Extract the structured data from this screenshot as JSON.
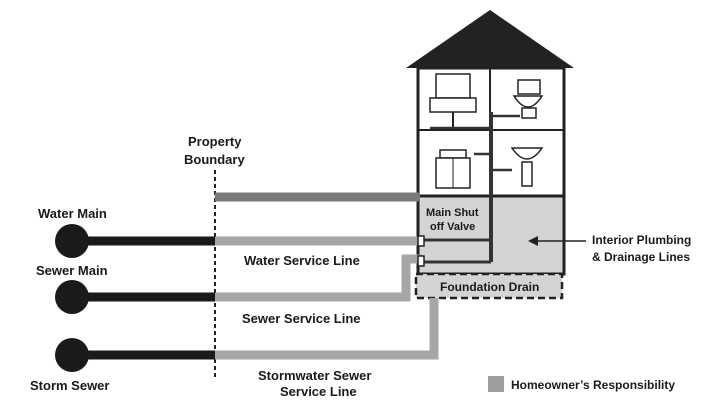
{
  "labels": {
    "property_boundary_line1": "Property",
    "property_boundary_line2": "Boundary",
    "water_main": "Water Main",
    "sewer_main": "Sewer Main",
    "storm_sewer": "Storm Sewer",
    "water_service_line": "Water Service Line",
    "sewer_service_line": "Sewer Service Line",
    "stormwater_line1": "Stormwater Sewer",
    "stormwater_line2": "Service Line",
    "main_shutoff_line1": "Main Shut",
    "main_shutoff_line2": "off Valve",
    "interior_line1": "Interior Plumbing",
    "interior_line2": "& Drainage Lines",
    "foundation_drain": "Foundation Drain"
  },
  "legend": {
    "homeowner": "Homeowner’s Responsibility"
  },
  "colors": {
    "main_pipe": "#1a1a1a",
    "private_pipe": "#a6a6a6",
    "basement_fill": "#d4d4d4",
    "roof": "#222222",
    "legend_swatch": "#9e9e9e"
  }
}
